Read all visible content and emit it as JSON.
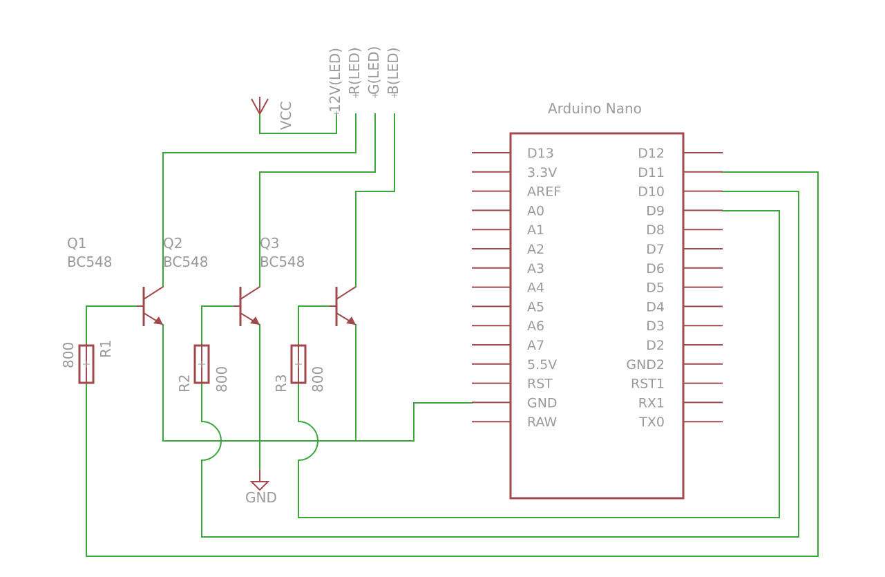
{
  "board": {
    "title": "Arduino Nano",
    "left_pins": [
      "D13",
      "3.3V",
      "AREF",
      "A0",
      "A1",
      "A2",
      "A3",
      "A4",
      "A5",
      "A6",
      "A7",
      "5.5V",
      "RST",
      "GND",
      "RAW"
    ],
    "right_pins": [
      "D12",
      "D11",
      "D10",
      "D9",
      "D8",
      "D7",
      "D6",
      "D5",
      "D4",
      "D3",
      "D2",
      "GND2",
      "RST1",
      "RX1",
      "TX0"
    ]
  },
  "transistors": [
    {
      "name": "Q1",
      "part": "BC548"
    },
    {
      "name": "Q2",
      "part": "BC548"
    },
    {
      "name": "Q3",
      "part": "BC548"
    }
  ],
  "resistors": [
    {
      "name": "R1",
      "value": "800"
    },
    {
      "name": "R2",
      "value": "800"
    },
    {
      "name": "R3",
      "value": "800"
    }
  ],
  "connector_pins": [
    "12V(LED)",
    "R(LED)",
    "G(LED)",
    "B(LED)"
  ],
  "supply": {
    "vcc": "VCC",
    "gnd": "GND"
  },
  "colors": {
    "wire": "#3aa63a",
    "symbol": "#a0494c",
    "label": "#9a9a9a"
  }
}
